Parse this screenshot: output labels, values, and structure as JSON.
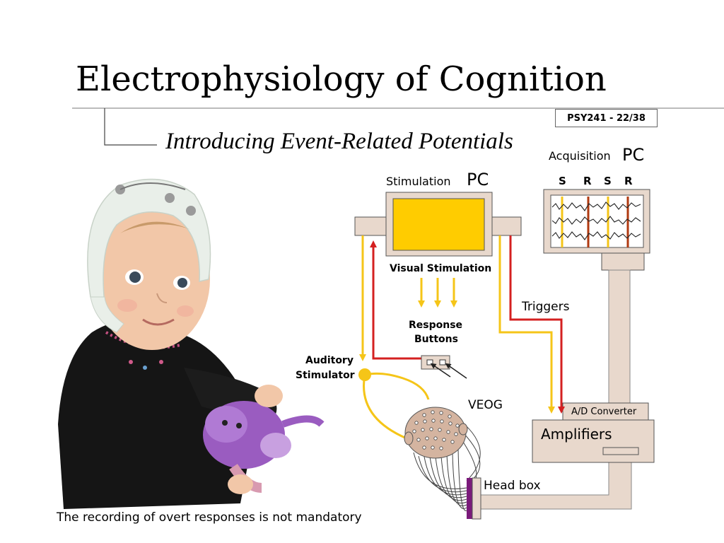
{
  "title": "Electrophysiology of Cognition",
  "subtitle": "Introducing Event-Related Potentials",
  "slide_number": "PSY241 - 22/38",
  "caption": "The recording of overt responses is not mandatory",
  "diagram": {
    "stimulation_label": "Stimulation",
    "stimulation_pc": "PC",
    "acquisition_label": "Acquisition",
    "acquisition_pc": "PC",
    "marker_letters": [
      "S",
      "R",
      "S",
      "R"
    ],
    "visual_stimulation": "Visual Stimulation",
    "response_buttons": [
      "Response",
      "Buttons"
    ],
    "auditory_stimulator": [
      "Auditory",
      "Stimulator"
    ],
    "triggers": "Triggers",
    "veog": "VEOG",
    "ad_converter": "A/D Converter",
    "amplifiers": "Amplifiers",
    "head_box": "Head box"
  },
  "colors": {
    "yellow": "#f5c518",
    "red": "#d42020",
    "beige": "#e8d8cc",
    "screen": "#ffcc00"
  }
}
